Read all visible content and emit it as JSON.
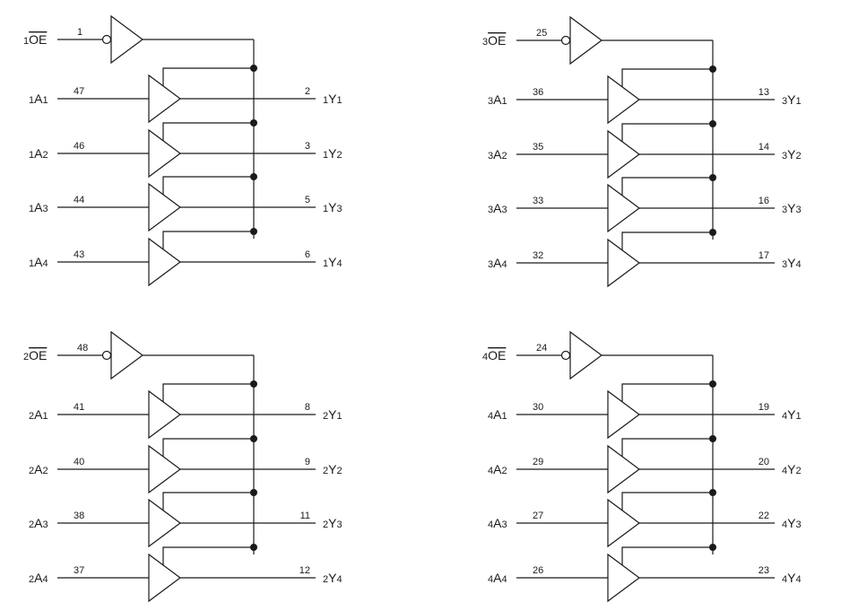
{
  "groups": [
    {
      "oe": {
        "prefix": "1",
        "name": "OE",
        "pin": "1"
      },
      "channels": [
        {
          "in_prefix": "1",
          "in_name": "A",
          "in_idx": "1",
          "in_pin": "47",
          "out_pin": "2",
          "out_prefix": "1",
          "out_name": "Y",
          "out_idx": "1"
        },
        {
          "in_prefix": "1",
          "in_name": "A",
          "in_idx": "2",
          "in_pin": "46",
          "out_pin": "3",
          "out_prefix": "1",
          "out_name": "Y",
          "out_idx": "2"
        },
        {
          "in_prefix": "1",
          "in_name": "A",
          "in_idx": "3",
          "in_pin": "44",
          "out_pin": "5",
          "out_prefix": "1",
          "out_name": "Y",
          "out_idx": "3"
        },
        {
          "in_prefix": "1",
          "in_name": "A",
          "in_idx": "4",
          "in_pin": "43",
          "out_pin": "6",
          "out_prefix": "1",
          "out_name": "Y",
          "out_idx": "4"
        }
      ]
    },
    {
      "oe": {
        "prefix": "3",
        "name": "OE",
        "pin": "25"
      },
      "channels": [
        {
          "in_prefix": "3",
          "in_name": "A",
          "in_idx": "1",
          "in_pin": "36",
          "out_pin": "13",
          "out_prefix": "3",
          "out_name": "Y",
          "out_idx": "1"
        },
        {
          "in_prefix": "3",
          "in_name": "A",
          "in_idx": "2",
          "in_pin": "35",
          "out_pin": "14",
          "out_prefix": "3",
          "out_name": "Y",
          "out_idx": "2"
        },
        {
          "in_prefix": "3",
          "in_name": "A",
          "in_idx": "3",
          "in_pin": "33",
          "out_pin": "16",
          "out_prefix": "3",
          "out_name": "Y",
          "out_idx": "3"
        },
        {
          "in_prefix": "3",
          "in_name": "A",
          "in_idx": "4",
          "in_pin": "32",
          "out_pin": "17",
          "out_prefix": "3",
          "out_name": "Y",
          "out_idx": "4"
        }
      ]
    },
    {
      "oe": {
        "prefix": "2",
        "name": "OE",
        "pin": "48"
      },
      "channels": [
        {
          "in_prefix": "2",
          "in_name": "A",
          "in_idx": "1",
          "in_pin": "41",
          "out_pin": "8",
          "out_prefix": "2",
          "out_name": "Y",
          "out_idx": "1"
        },
        {
          "in_prefix": "2",
          "in_name": "A",
          "in_idx": "2",
          "in_pin": "40",
          "out_pin": "9",
          "out_prefix": "2",
          "out_name": "Y",
          "out_idx": "2"
        },
        {
          "in_prefix": "2",
          "in_name": "A",
          "in_idx": "3",
          "in_pin": "38",
          "out_pin": "11",
          "out_prefix": "2",
          "out_name": "Y",
          "out_idx": "3"
        },
        {
          "in_prefix": "2",
          "in_name": "A",
          "in_idx": "4",
          "in_pin": "37",
          "out_pin": "12",
          "out_prefix": "2",
          "out_name": "Y",
          "out_idx": "4"
        }
      ]
    },
    {
      "oe": {
        "prefix": "4",
        "name": "OE",
        "pin": "24"
      },
      "channels": [
        {
          "in_prefix": "4",
          "in_name": "A",
          "in_idx": "1",
          "in_pin": "30",
          "out_pin": "19",
          "out_prefix": "4",
          "out_name": "Y",
          "out_idx": "1"
        },
        {
          "in_prefix": "4",
          "in_name": "A",
          "in_idx": "2",
          "in_pin": "29",
          "out_pin": "20",
          "out_prefix": "4",
          "out_name": "Y",
          "out_idx": "2"
        },
        {
          "in_prefix": "4",
          "in_name": "A",
          "in_idx": "3",
          "in_pin": "27",
          "out_pin": "22",
          "out_prefix": "4",
          "out_name": "Y",
          "out_idx": "3"
        },
        {
          "in_prefix": "4",
          "in_name": "A",
          "in_idx": "4",
          "in_pin": "26",
          "out_pin": "23",
          "out_prefix": "4",
          "out_name": "Y",
          "out_idx": "4"
        }
      ]
    }
  ]
}
